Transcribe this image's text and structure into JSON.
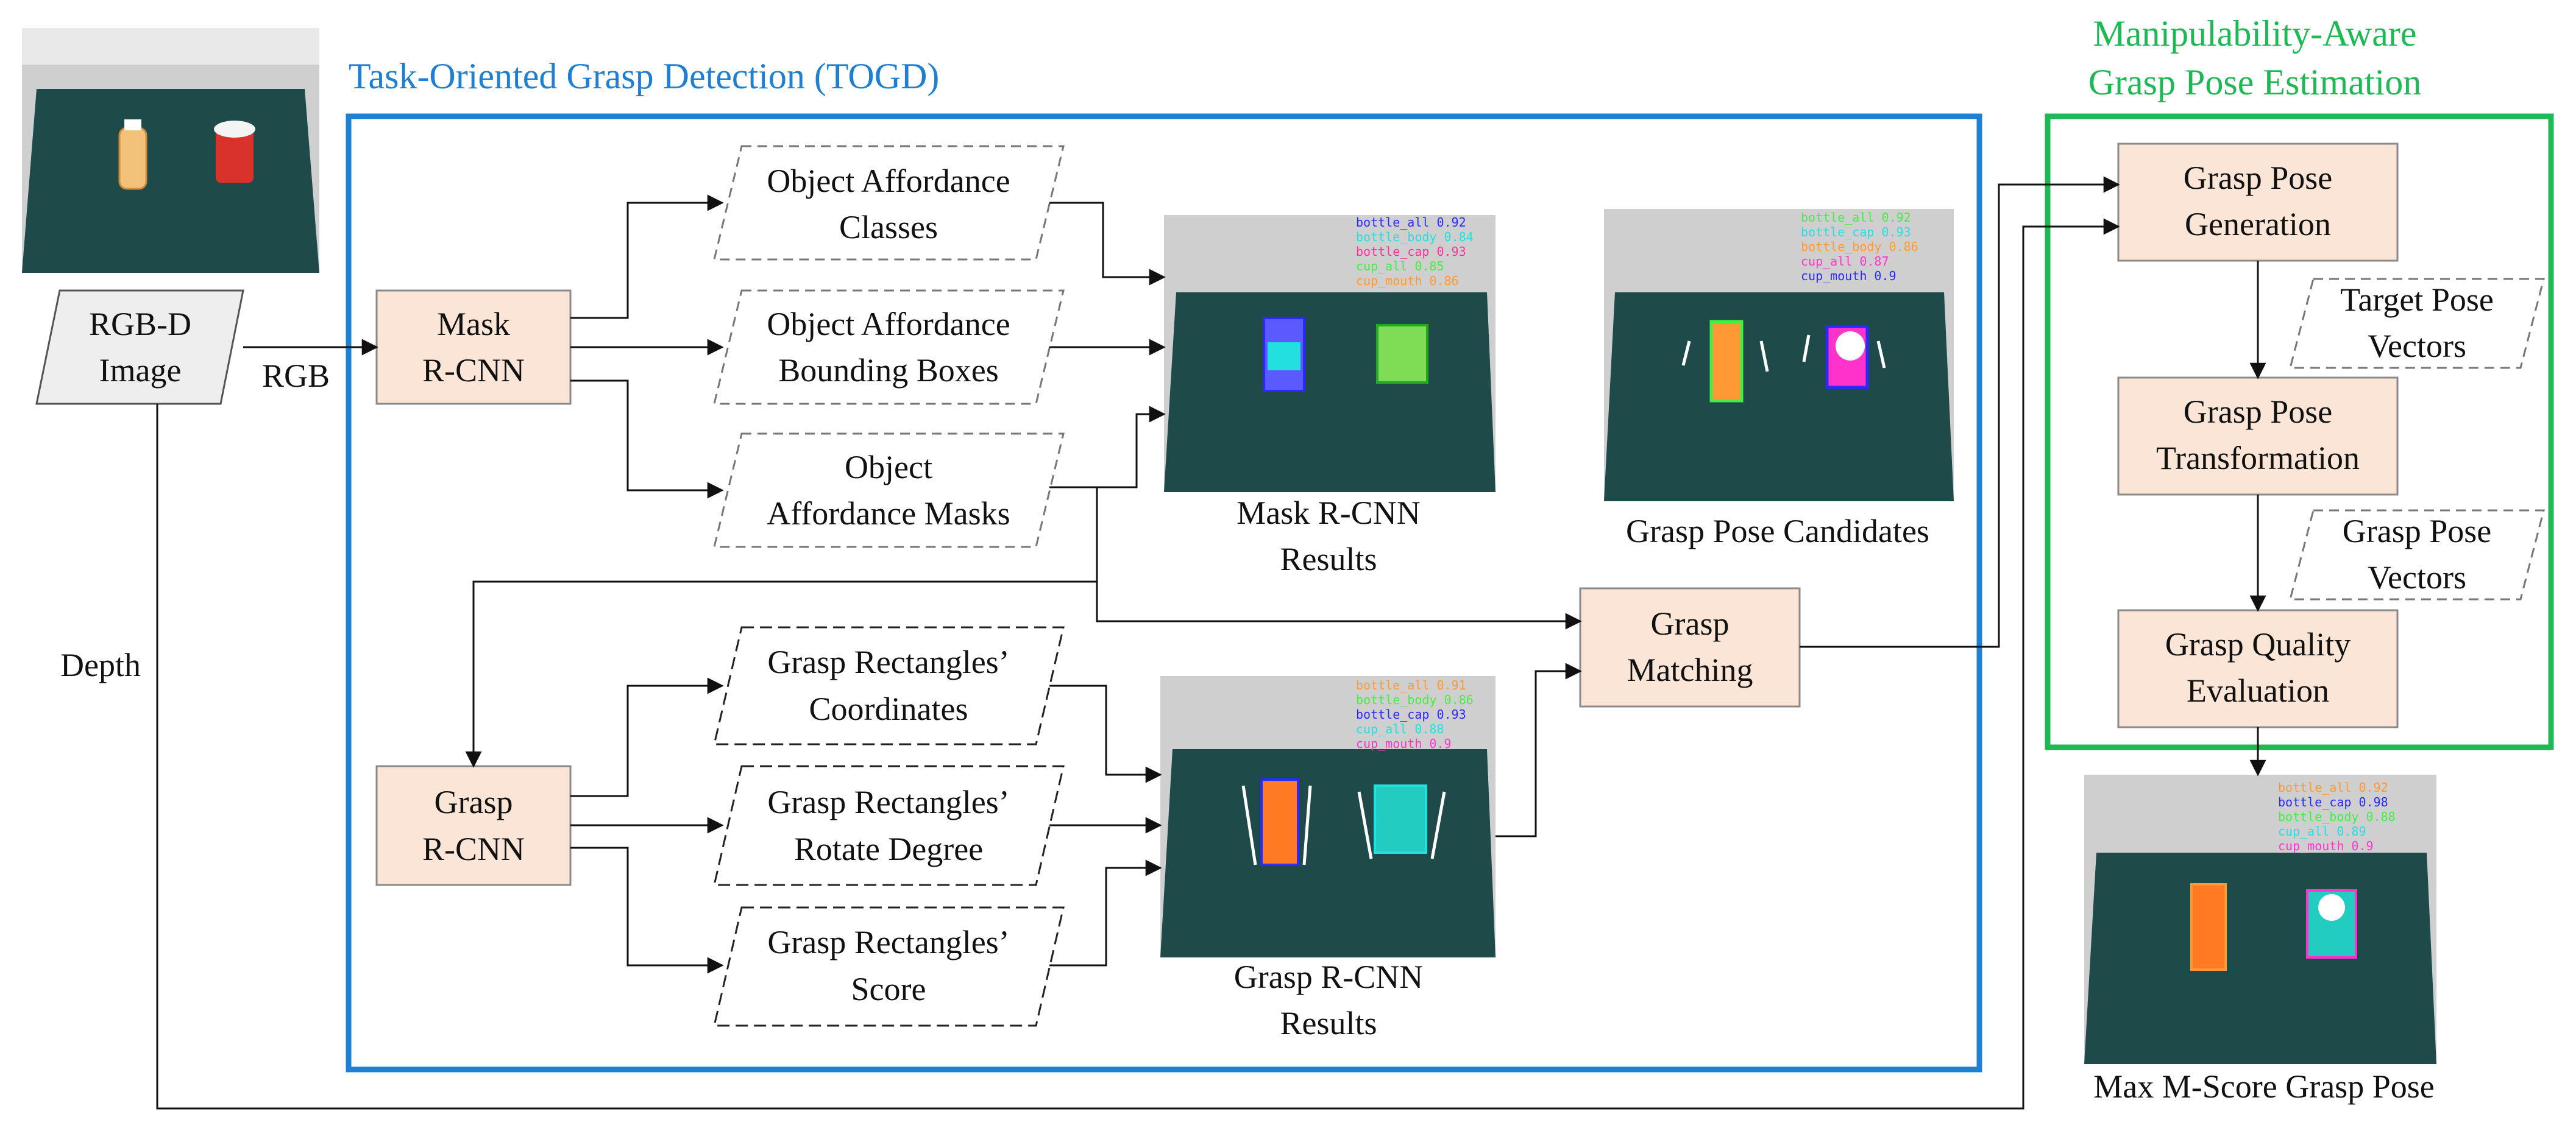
{
  "inputs": {
    "rgbd": [
      "RGB-D",
      "Image"
    ],
    "rgb_label": "RGB",
    "depth_label": "Depth"
  },
  "togd": {
    "title": "Task-Oriented Grasp Detection (TOGD)",
    "mask_rcnn": [
      "Mask",
      "R-CNN"
    ],
    "affordance_classes": [
      "Object Affordance",
      "Classes"
    ],
    "affordance_boxes": [
      "Object Affordance",
      "Bounding Boxes"
    ],
    "affordance_masks": [
      "Object",
      "Affordance Masks"
    ],
    "mask_results_caption": [
      "Mask R-CNN",
      "Results"
    ],
    "candidates_caption": "Grasp Pose Candidates",
    "grasp_rcnn": [
      "Grasp",
      "R-CNN"
    ],
    "rect_coordinates": [
      "Grasp Rectangles’",
      "Coordinates"
    ],
    "rect_rotate": [
      "Grasp Rectangles’",
      "Rotate Degree"
    ],
    "rect_score": [
      "Grasp Rectangles’",
      "Score"
    ],
    "grasp_results_caption": [
      "Grasp R-CNN",
      "Results"
    ],
    "grasp_matching": [
      "Grasp",
      "Matching"
    ]
  },
  "mage": {
    "title": [
      "Manipulability-Aware",
      "Grasp Pose Estimation"
    ],
    "generation": [
      "Grasp Pose",
      "Generation"
    ],
    "target_vectors": [
      "Target Pose",
      "Vectors"
    ],
    "transformation": [
      "Grasp Pose",
      "Transformation"
    ],
    "pose_vectors": [
      "Grasp Pose",
      "Vectors"
    ],
    "quality": [
      "Grasp Quality",
      "Evaluation"
    ],
    "final_caption": "Max M-Score Grasp Pose"
  },
  "detections": {
    "mask_results": [
      {
        "text": "bottle_all 0.92",
        "color": "#2a2aff"
      },
      {
        "text": "bottle_body 0.84",
        "color": "#22e0e0"
      },
      {
        "text": "bottle_cap 0.93",
        "color": "#ff3399"
      },
      {
        "text": "cup_all 0.85",
        "color": "#44ee44"
      },
      {
        "text": "cup_mouth 0.86",
        "color": "#ff9933"
      }
    ],
    "candidates": [
      {
        "text": "bottle_all 0.92",
        "color": "#44ee44"
      },
      {
        "text": "bottle_cap 0.93",
        "color": "#22e0e0"
      },
      {
        "text": "bottle_body 0.86",
        "color": "#ff9933"
      },
      {
        "text": "cup_all 0.87",
        "color": "#ff33cc"
      },
      {
        "text": "cup_mouth 0.9",
        "color": "#2a2aff"
      }
    ],
    "grasp_results": [
      {
        "text": "bottle_all 0.91",
        "color": "#ff9933"
      },
      {
        "text": "bottle_body 0.86",
        "color": "#44ee44"
      },
      {
        "text": "bottle_cap 0.93",
        "color": "#2a2aff"
      },
      {
        "text": "cup_all 0.88",
        "color": "#22e0e0"
      },
      {
        "text": "cup_mouth 0.9",
        "color": "#ff33cc"
      }
    ],
    "final": [
      {
        "text": "bottle_all 0.92",
        "color": "#ff9933"
      },
      {
        "text": "bottle_cap 0.98",
        "color": "#2a2aff"
      },
      {
        "text": "bottle_body 0.88",
        "color": "#44ee44"
      },
      {
        "text": "cup_all 0.89",
        "color": "#22e0e0"
      },
      {
        "text": "cup_mouth 0.9",
        "color": "#ff33cc"
      }
    ]
  },
  "colors": {
    "togd_frame": "#1f7fd0",
    "mage_frame": "#1db954",
    "process_fill": "#fbe5d6",
    "input_fill": "#eeeeee",
    "table_cloth": "#1e4a4a"
  }
}
